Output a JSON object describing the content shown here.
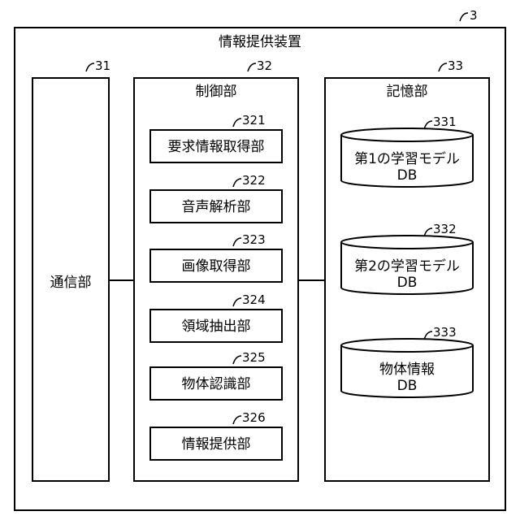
{
  "device": {
    "ref": "3",
    "title": "情報提供装置"
  },
  "communication": {
    "ref": "31",
    "label": "通信部"
  },
  "control": {
    "ref": "32",
    "title": "制御部",
    "units": [
      {
        "ref": "321",
        "label": "要求情報取得部"
      },
      {
        "ref": "322",
        "label": "音声解析部"
      },
      {
        "ref": "323",
        "label": "画像取得部"
      },
      {
        "ref": "324",
        "label": "領域抽出部"
      },
      {
        "ref": "325",
        "label": "物体認識部"
      },
      {
        "ref": "326",
        "label": "情報提供部"
      }
    ]
  },
  "storage": {
    "ref": "33",
    "title": "記憶部",
    "databases": [
      {
        "ref": "331",
        "line1": "第1の学習モデル",
        "line2": "DB"
      },
      {
        "ref": "332",
        "line1": "第2の学習モデル",
        "line2": "DB"
      },
      {
        "ref": "333",
        "line1": "物体情報",
        "line2": "DB"
      }
    ]
  }
}
